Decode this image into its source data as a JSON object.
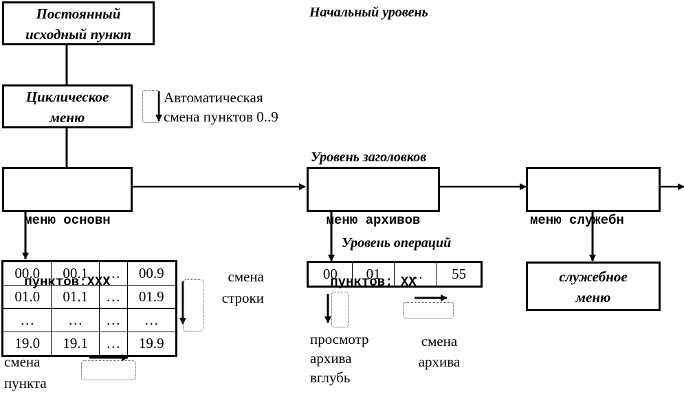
{
  "diagram": {
    "headings": {
      "initial_level": "Начальный уровень",
      "headers_level": "Уровень заголовков",
      "operations_level": "Уровень операций"
    },
    "nodes": {
      "permanent_start": {
        "line1": "Постоянный",
        "line2": "исходный пункт"
      },
      "cyclic_menu": {
        "line1": "Циклическое",
        "line2": "меню"
      },
      "main_menu": {
        "line1": "меню основн",
        "line2": "пунктов:XXX"
      },
      "archive_menu": {
        "line1": "меню архивов",
        "line2": "пунктов: XX"
      },
      "service_menu": {
        "line1": "меню служебн"
      },
      "service_submenu": {
        "line1": "служебное",
        "line2": "меню"
      }
    },
    "notes": {
      "auto_change": {
        "line1": "Автоматическая",
        "line2": "смена пунктов 0..9"
      },
      "row_change": {
        "line1": "смена",
        "line2": "строки"
      },
      "item_change": {
        "line1": "смена",
        "line2": "пункта"
      },
      "archive_deep": {
        "line1": "просмотр",
        "line2": "архива",
        "line3": "вглубь"
      },
      "archive_change": {
        "line1": "смена",
        "line2": "архива"
      }
    },
    "main_grid": [
      [
        "00.0",
        "00.1",
        "…",
        "00.9"
      ],
      [
        "01.0",
        "01.1",
        "…",
        "01.9"
      ],
      [
        "…",
        "…",
        "…",
        "…"
      ],
      [
        "19.0",
        "19.1",
        "…",
        "19.9"
      ]
    ],
    "archive_row": [
      "00",
      "01",
      "…",
      "55"
    ]
  }
}
